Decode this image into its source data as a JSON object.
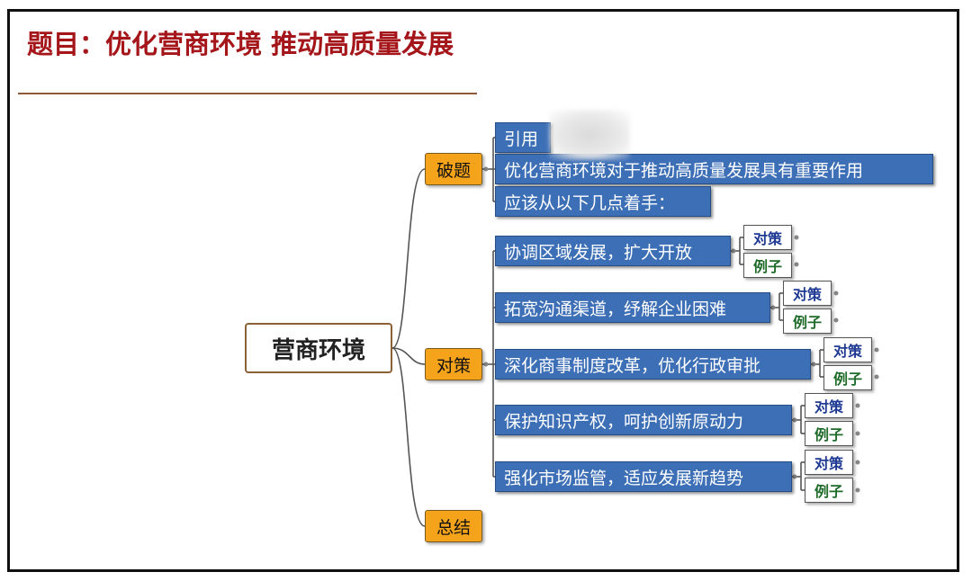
{
  "title": "题目：优化营商环境 推动高质量发展",
  "central": "营商环境",
  "branches": {
    "potí": "破题",
    "duice": "对策",
    "zongjie": "总结"
  },
  "poti_items": [
    "引用",
    "优化营商环境对于推动高质量发展具有重要作用",
    "应该从以下几点着手："
  ],
  "duice_items": [
    {
      "label": "协调区域发展，扩大开放",
      "sub": [
        "对策",
        "例子"
      ]
    },
    {
      "label": "拓宽沟通渠道，纾解企业困难",
      "sub": [
        "对策",
        "例子"
      ]
    },
    {
      "label": "深化商事制度改革，优化行政审批",
      "sub": [
        "对策",
        "例子"
      ]
    },
    {
      "label": "保护知识产权，呵护创新原动力",
      "sub": [
        "对策",
        "例子"
      ]
    },
    {
      "label": "强化市场监管，适应发展新趋势",
      "sub": [
        "对策",
        "例子"
      ]
    }
  ],
  "colors": {
    "title": "#a4161a",
    "branch": "#f5a31a",
    "node": "#3d6fb6"
  }
}
